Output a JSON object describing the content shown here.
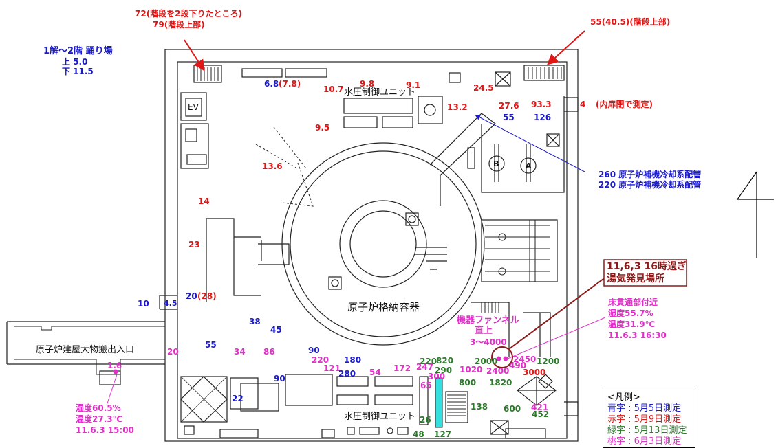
{
  "colors": {
    "blue": "#1a1acc",
    "red": "#e01515",
    "green": "#2a7a2a",
    "pink": "#e030c8",
    "brown": "#8b1a1a"
  },
  "labels": {
    "stair_top_left": "72(階段を2段下りたところ)",
    "stair_top_left2": "79(階段上部)",
    "stair_top_right": "55(40.5)(階段上部)",
    "landing_title": "1解～2階 踊り場",
    "landing_up": "上 5.0",
    "landing_down": "下 11.5",
    "ev": "EV",
    "hydro_unit_top": "水圧制御ユニット",
    "hydro_unit_bottom": "水圧制御ユニット",
    "containment": "原子炉格納容器",
    "door_note": "(内扉閉で測定)",
    "pipe1": "260 原子炉補機冷却系配管",
    "pipe2": "220 原子炉補機冷却系配管",
    "steam_title1": "11,6,3 16時過ぎ",
    "steam_title2": "湯気発見場所",
    "floor_note1": "床貫通部付近",
    "floor_note2": "湿度55.7%",
    "floor_note3": "温度31.9℃",
    "floor_note4": "11.6.3 16:30",
    "funnel1": "機器ファンネル",
    "funnel2": "直上",
    "funnel3": "3～4000",
    "entrance": "原子炉建屋大物搬出入口",
    "entrance_note1": "湿度60.5%",
    "entrance_note2": "温度27.3℃",
    "entrance_note3": "11.6.3 15:00",
    "pump_b": "B",
    "pump_a": "A"
  },
  "readings": {
    "r68": "6.8",
    "r78": "(7.8)",
    "r107": "10.7",
    "r98": "9.8",
    "r91": "9.1",
    "r245": "24.5",
    "r132": "13.2",
    "r276": "27.6",
    "r933": "93.3",
    "r55b": "55",
    "r126": "126",
    "r4": "4",
    "r95": "9.5",
    "r136": "13.6",
    "r14": "14",
    "r23": "23",
    "r20b": "20",
    "r28": "(28)",
    "r10": "10",
    "r45a": "4.5",
    "r38": "38",
    "r45": "45",
    "r55c": "55",
    "r34": "34",
    "r86": "86",
    "r20p": "20",
    "r16": "1.6",
    "r90a": "90",
    "r220p": "220",
    "r121": "121",
    "r180": "180",
    "r280": "280",
    "r54": "54",
    "r172": "172",
    "r247": "247",
    "r220g": "220",
    "r820": "820",
    "r290": "290",
    "r300": "300",
    "r1020": "1020",
    "r2000": "2000",
    "r2400": "2400",
    "r2450": "2450",
    "r490": "490",
    "r1200": "1200",
    "r3000": "3000",
    "r800": "800",
    "r1820": "1820",
    "r65": "65",
    "r90b": "90",
    "r22": "22",
    "r138": "138",
    "r600": "600",
    "r421": "421",
    "r452": "452",
    "r26": "26",
    "r127": "127",
    "r48": "48"
  },
  "legend": {
    "title": "<凡例>",
    "items": [
      {
        "text": "青字 : 5月5日測定",
        "color": "#1a1acc"
      },
      {
        "text": "赤字 : 5月9日測定",
        "color": "#e01515"
      },
      {
        "text": "緑字 : 5月13日測定",
        "color": "#2a7a2a"
      },
      {
        "text": "桃字 : 6月3日測定",
        "color": "#e030c8"
      }
    ]
  }
}
